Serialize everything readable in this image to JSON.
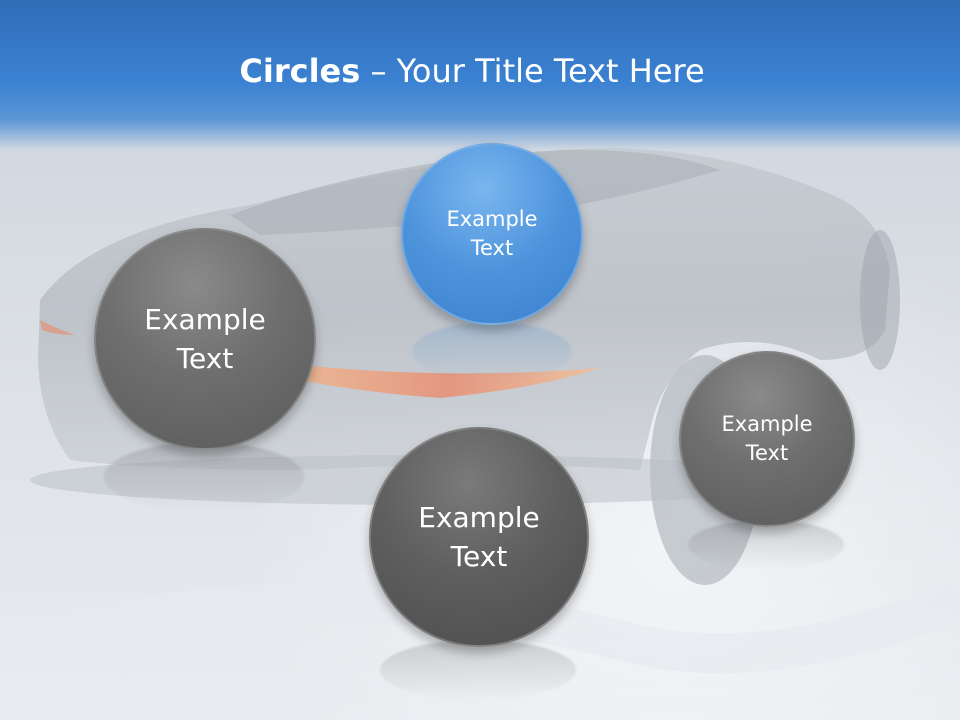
{
  "title": {
    "bold": "Circles",
    "rest": " – Your Title Text Here"
  },
  "circles": [
    {
      "label_line1": "Example",
      "label_line2": "Text",
      "color": "#4d93dc"
    },
    {
      "label_line1": "Example",
      "label_line2": "Text",
      "color": "#6e6e6e"
    },
    {
      "label_line1": "Example",
      "label_line2": "Text",
      "color": "#6e6e6e"
    },
    {
      "label_line1": "Example",
      "label_line2": "Text",
      "color": "#5e5e5e"
    }
  ],
  "colors": {
    "header": "#3b82d2",
    "text": "#ffffff"
  }
}
